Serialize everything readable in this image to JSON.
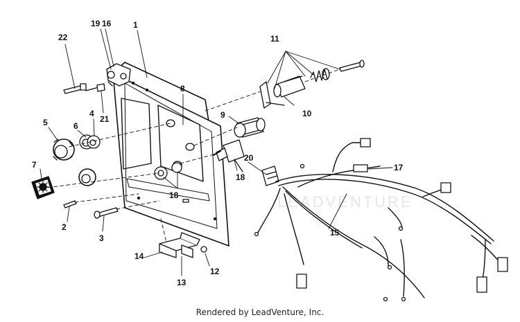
{
  "watermark": "LEADVENTURE",
  "footer": "Rendered by LeadVenture, Inc.",
  "callouts": {
    "c1": "1",
    "c2": "2",
    "c3": "3",
    "c4": "4",
    "c5": "5",
    "c6": "6",
    "c7": "7",
    "c8": "8",
    "c9": "9",
    "c10": "10",
    "c11": "11",
    "c12": "12",
    "c13": "13",
    "c14": "14",
    "c15": "15",
    "c16": "16",
    "c17": "17",
    "c18a": "18",
    "c18b": "18",
    "c19": "19",
    "c20": "20",
    "c21": "21",
    "c22": "22"
  },
  "colors": {
    "line": "#111111",
    "background": "#ffffff",
    "watermark": "#e6e6e6"
  }
}
